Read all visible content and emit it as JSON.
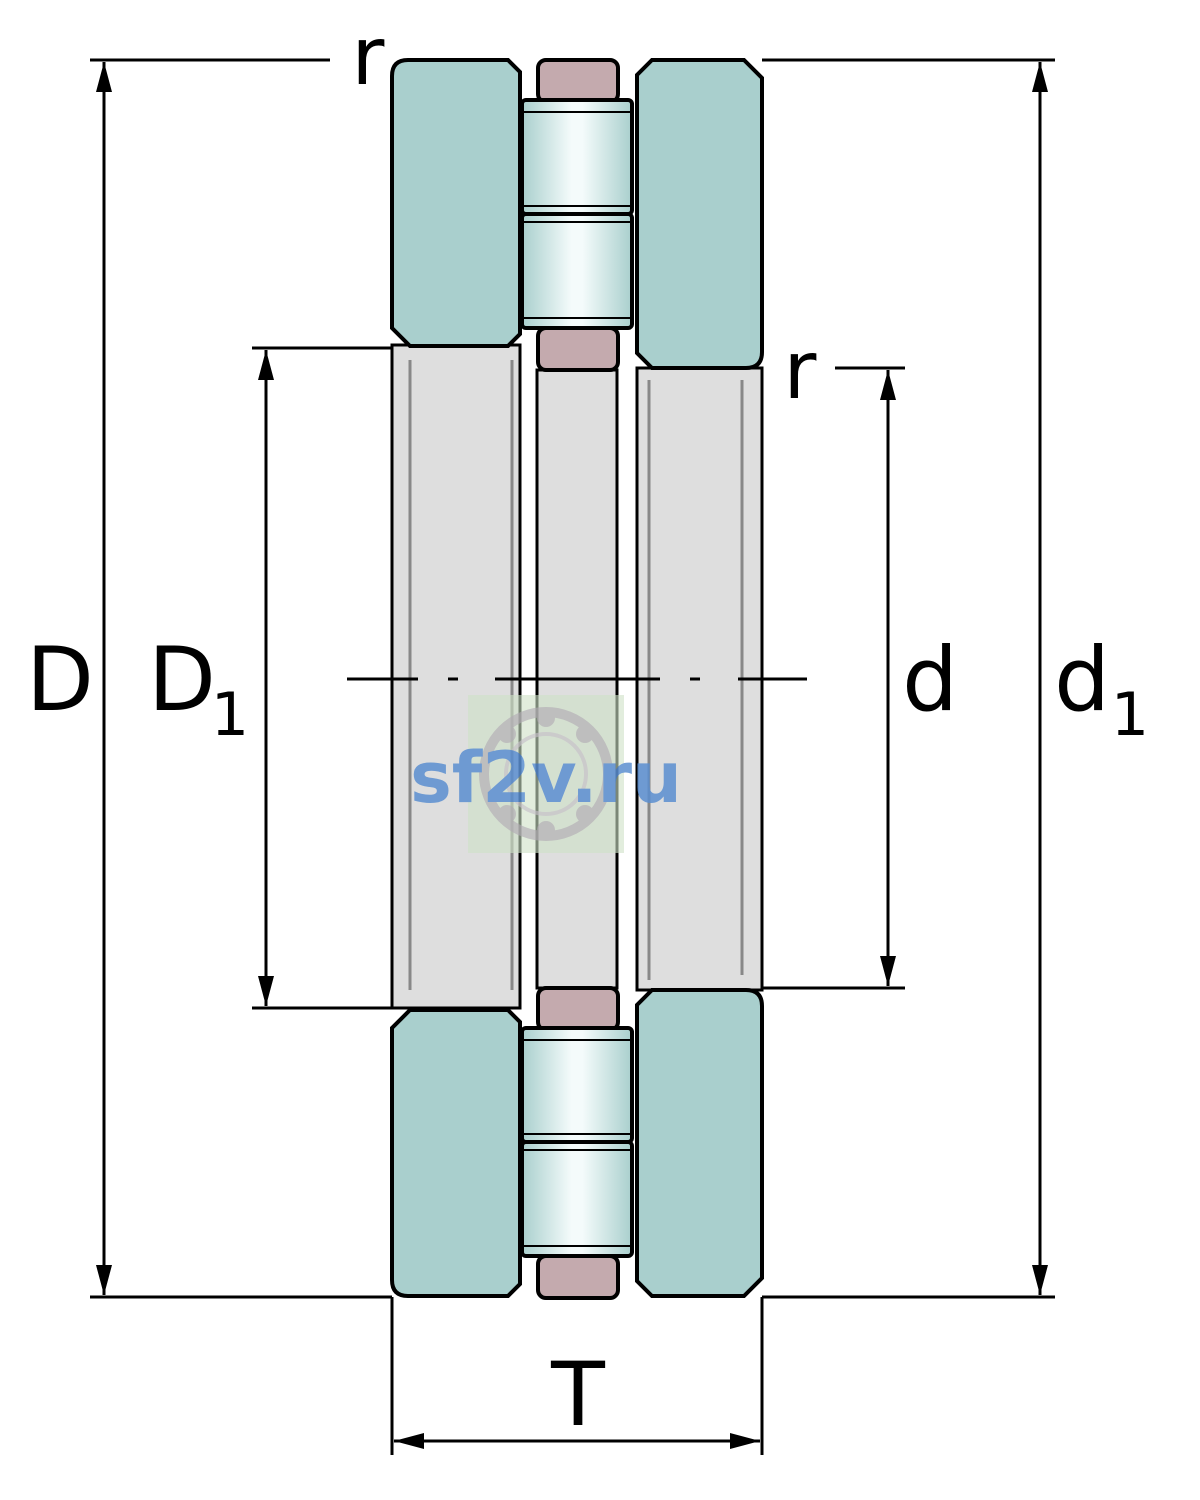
{
  "labels": {
    "outer_diameter": "D",
    "housing_washer_bore": "D",
    "housing_washer_bore_sub": "1",
    "bore_diameter": "d",
    "shaft_washer_outer": "d",
    "shaft_washer_outer_sub": "1",
    "height": "T",
    "radius_top": "r",
    "radius_inner": "r"
  },
  "watermark": "sf2v.ru",
  "colors": {
    "washer": "#a9cfcd",
    "roller": "#c8e2e0",
    "roller_highlight": "#f4fbfb",
    "cage": "#c4aaae",
    "section_grey": "#dedede",
    "line": "#000000",
    "watermark_text": "#5b8fd0",
    "watermark_bg": "#cfe3c8"
  }
}
